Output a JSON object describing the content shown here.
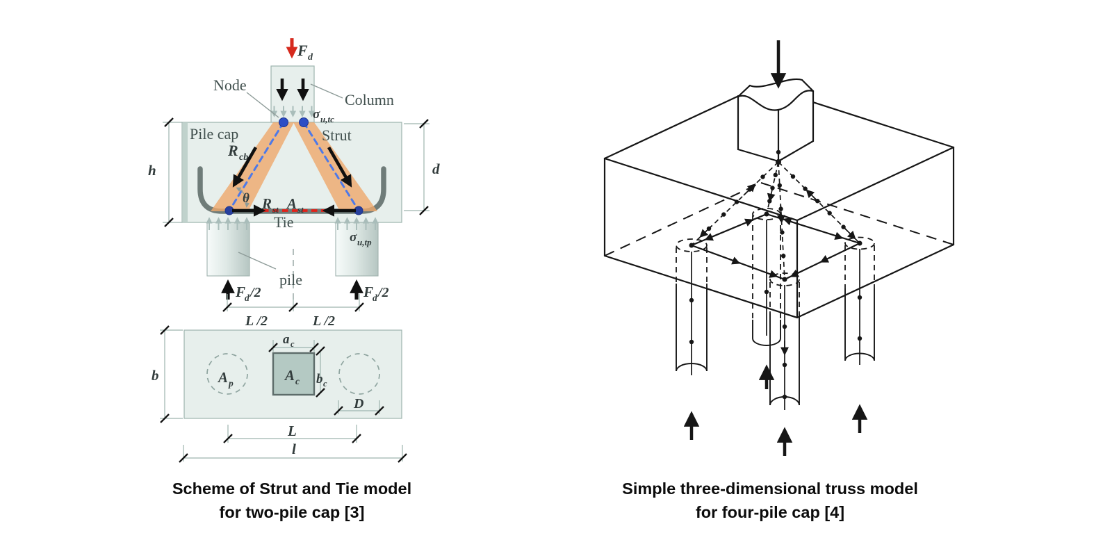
{
  "page": {
    "background_color": "#ffffff"
  },
  "left_figure": {
    "caption": {
      "line1": "Scheme of Strut and Tie model",
      "line2": "for two-pile cap [3]"
    },
    "labels": {
      "fd": {
        "base": "F",
        "sub": "d"
      },
      "node": "Node",
      "column": "Column",
      "sigma_utc": {
        "base": "σ",
        "sub": "u,tc"
      },
      "pile_cap": "Pile cap",
      "strut": "Strut",
      "rcb": {
        "base": "R",
        "sub": "cb"
      },
      "h": "h",
      "d": "d",
      "theta": "θ",
      "rst": {
        "base": "R",
        "sub": "st"
      },
      "ast": {
        "base": "A",
        "sub": "st"
      },
      "tie": "Tie",
      "sigma_utp": {
        "base": "σ",
        "sub": "u,tp"
      },
      "pile": "pile",
      "fd_half_left": {
        "base": "F",
        "sub": "d",
        "suffix": "/2"
      },
      "fd_half_right": {
        "base": "F",
        "sub": "d",
        "suffix": "/2"
      },
      "l_half_left": "L /2",
      "l_half_right": "L /2",
      "b": "b",
      "ac": {
        "base": "a",
        "sub": "c"
      },
      "Ac": {
        "base": "A",
        "sub": "c"
      },
      "Ap": {
        "base": "A",
        "sub": "p"
      },
      "bc": {
        "base": "b",
        "sub": "c"
      },
      "D": "D",
      "L": "L",
      "l": "l"
    },
    "colors": {
      "cap_fill": "#e7efec",
      "strut_orange": "#efa76b",
      "node_blue": "#2d4ec5",
      "strut_centerline_blue": "#4d79e8",
      "tie_red": "#e32119",
      "rebar_gray": "#6f7c79",
      "load_arrow_red": "#d62a1e",
      "stress_arrow_gray": "#a9bdba",
      "column_footprint_fill": "#b4c9c3"
    }
  },
  "right_figure": {
    "caption": {
      "line1": "Simple three-dimensional truss model",
      "line2": "for four-pile cap [4]"
    },
    "colors": {
      "line_color": "#161616"
    }
  }
}
